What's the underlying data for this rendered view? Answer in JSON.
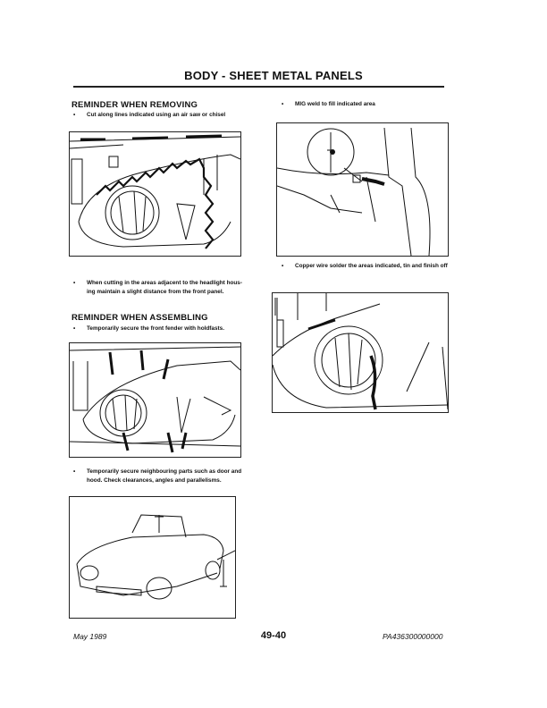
{
  "header": {
    "title": "BODY - SHEET METAL PANELS"
  },
  "left": {
    "section1": {
      "heading": "REMINDER WHEN REMOVING",
      "bullet1": "Cut along lines indicated using an air saw or chisel",
      "bullet2_line1": "When cutting in the areas adjacent to the headlight hous-",
      "bullet2_line2": "ing maintain a slight distance from the front panel."
    },
    "section2": {
      "heading": "REMINDER WHEN ASSEMBLING",
      "bullet1": "Temporarily secure the front fender with holdfasts.",
      "bullet2_line1": "Temporarily secure neighbouring parts such as door and",
      "bullet2_line2": "hood. Check clearances, angles and parallelisms."
    }
  },
  "right": {
    "bullet1": "MIG weld to fill indicated area",
    "bullet2": "Copper wire solder the areas indicated, tin and finish off"
  },
  "bullet_symbol": "•",
  "footer": {
    "date": "May 1989",
    "page": "49-40",
    "code": "PA436300000000"
  }
}
